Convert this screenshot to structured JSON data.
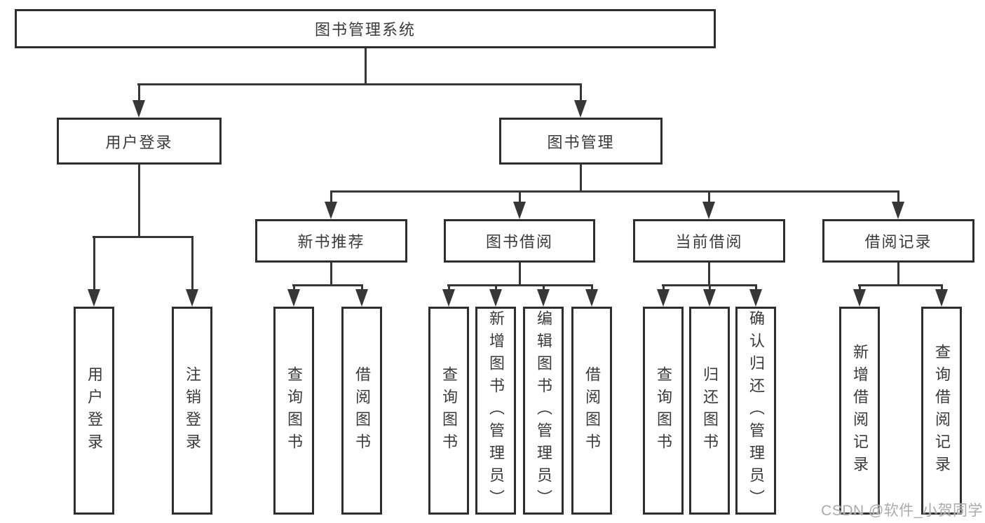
{
  "colors": {
    "line": "#373737",
    "border": "#2e2e2e",
    "text": "#3a3a3a",
    "background": "#ffffff",
    "watermark": "#ababab"
  },
  "diagram": {
    "root": {
      "label": "图书管理系统"
    },
    "level2": [
      {
        "label": "用户登录"
      },
      {
        "label": "图书管理"
      }
    ],
    "level3": [
      {
        "label": "新书推荐"
      },
      {
        "label": "图书借阅"
      },
      {
        "label": "当前借阅"
      },
      {
        "label": "借阅记录"
      }
    ],
    "leaf_groups": [
      {
        "parent": "用户登录",
        "items": [
          {
            "label": "用户登录"
          },
          {
            "label": "注销登录"
          }
        ]
      },
      {
        "parent": "新书推荐",
        "items": [
          {
            "label": "查询图书"
          },
          {
            "label": "借阅图书"
          }
        ]
      },
      {
        "parent": "图书借阅",
        "items": [
          {
            "label": "查询图书"
          },
          {
            "label": "新增图书（管理员）"
          },
          {
            "label": "编辑图书（管理员）"
          },
          {
            "label": "借阅图书"
          }
        ]
      },
      {
        "parent": "当前借阅",
        "items": [
          {
            "label": "查询图书"
          },
          {
            "label": "归还图书"
          },
          {
            "label": "确认归还（管理员）"
          }
        ]
      },
      {
        "parent": "借阅记录",
        "items": [
          {
            "label": "新增借阅记录"
          },
          {
            "label": "查询借阅记录"
          }
        ]
      }
    ]
  },
  "watermark": {
    "text": "CSDN @软件_小贺同学"
  }
}
